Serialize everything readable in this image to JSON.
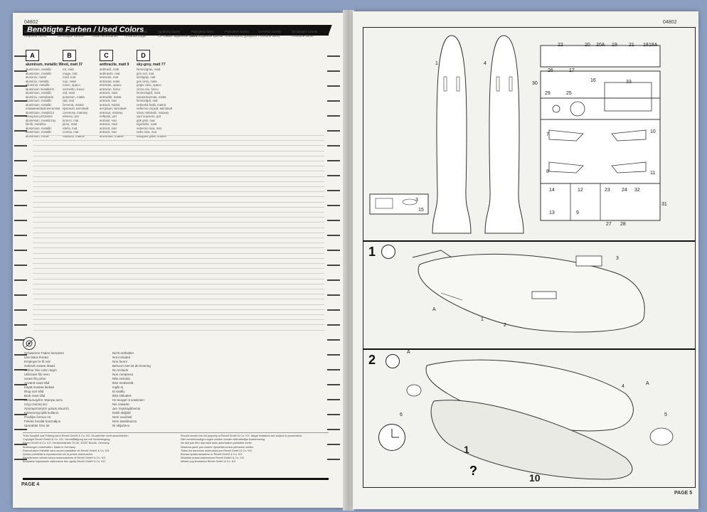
{
  "left_page": {
    "code": "04802",
    "page_label": "PAGE 4",
    "colors_header": "Benötigte Farben / Used Colors",
    "language_labels": [
      [
        "Benötigte Farben",
        "Required colors"
      ],
      [
        "Peintures nécessaires",
        "Benodigde kleuren"
      ],
      [
        "Pinturas necesarias",
        "Tintas necessárias"
      ],
      [
        "Colori necessari",
        "Använda färger"
      ],
      [
        "Spotřeba barev",
        "Сe самые заданные цвета"
      ],
      [
        "Potrzebne farby",
        "Необходимые краски"
      ],
      [
        "Potrzebne kolory",
        "Απαιτούμενα χρώματα"
      ],
      [
        "Gereksiz renkler",
        "Potřebné barvy"
      ],
      [
        "Szükséges színek",
        "Potrebne barve"
      ]
    ],
    "colors": [
      {
        "code": "A",
        "name": "aluminum, metallic 99",
        "lines": [
          "aluminium, metallic",
          "aluminium, metallic",
          "aluminio, metal",
          "aluminio, metallic",
          "alluminio, metallic",
          "aluminium metallisch",
          "aluminium, metallic",
          "aluminio, metalizado",
          "aluminium, metallic",
          "aluminium, metallic",
          "алюминиевый металлик",
          "aluminium, metalizzo",
          "αλουμίνιο μεταλλικό",
          "aluminium, metaliczny",
          "hliník, metalíza",
          "aluminium, metallic",
          "aluminium, metallic",
          "aluminium, metal"
        ]
      },
      {
        "code": "B",
        "name": "red, matt 37",
        "lines": [
          "rot, matt",
          "rouge, mat",
          "rood, mat",
          "rojo, mate",
          "rosso, opaco",
          "vermelho, fosco",
          "röd, matt",
          "punainen, matta",
          "rød, mat",
          "červená, matná",
          "красный, матовый",
          "czerwony, matowy",
          "κόκκινο, ματ",
          "kırmızı, mat",
          "piros, matt",
          "rdeča, mat",
          "crvena, mat",
          "raudona, matinė"
        ]
      },
      {
        "code": "C",
        "name": "anthracite, matt 9",
        "lines": [
          "anthrazit, matt",
          "anthracite, mat",
          "antraciet, mat",
          "antracita, mate",
          "antracite, opaco",
          "antracite, fosco",
          "antracit, matt",
          "antrasiitti, matta",
          "antracit, mat",
          "antracit, matná",
          "антрацит, матовый",
          "antracyt, matowy",
          "ανθρακί, ματ",
          "antrasit, mat",
          "antracit, matt",
          "antracit, mat",
          "antracit, mat",
          "antracitas, matinė"
        ]
      },
      {
        "code": "D",
        "name": "sky-grey, matt 77",
        "lines": [
          "himmelgrau, matt",
          "gris ciel, mat",
          "luchtgrijs, mat",
          "gris cielo, mate",
          "grigio cielo, opaco",
          "cinza céu, fosco",
          "himmelsgrå, matt",
          "taivaanharmaa, matta",
          "himmelgrå, mat",
          "nebeská šedá, matná",
          "небесно-серый, матовый",
          "szary niebieski, matowy",
          "γκρι ουρανού, ματ",
          "gök grisi, mat",
          "égszürke, matt",
          "nebesno siva, mat",
          "nebo siva, mat",
          "dangaus pilka, matinė"
        ]
      }
    ],
    "thread_left": [
      "Schwarzen Faden benutzen",
      "Use black thread",
      "Employer le fil noir",
      "Gebruik zwarte draad",
      "Utilizar hilo color negro",
      "Utilizzare filo nero",
      "Usare filo preto",
      "Använd svart tråd",
      "Käytä mustaa lankaa",
      "Brug sort tråd",
      "Bruk svart tråd",
      "Используйте чёрную нить",
      "Użyj czarnej nici",
      "Χρησιμοποιήστε μαύρη κλωστή",
      "Kahverengi iplik kullanın",
      "Použijte černou nit",
      "Fekete fonalat használjon",
      "Uporabite črno nit"
    ],
    "thread_right": [
      "Nicht enthalten",
      "Not included",
      "Non fourni",
      "Behoort niet tot de levering",
      "No incluido",
      "Non compreso",
      "Não incluído",
      "Ikke medsendt",
      "Ingår ej",
      "Ei sisälly",
      "Ikke inkludert",
      "Не входит в комплект",
      "Nie zawarte",
      "Δεν περιλαμβάνεται",
      "Dahil değildir",
      "Není součástí",
      "Nem tartalmazza",
      "Ni vključeno"
    ],
    "legal_left": [
      "Trotz Sorgfalt und Prüfung kann Revell GmbH & Co. KG. Druckfehler nicht ausschließen.",
      "Copyright Revell GmbH & Co. KG. Vervielfältigung nur mit Genehmigung.",
      "Revell GmbH & Co. KG, Henschelstraße 20-30, 32257 Bünde, Germany",
      "Änderungen vorbehalten. Made in Germany.",
      "Reproduction interdite sans accord préalable de Revell GmbH & Co. KG.",
      "Queda prohibida la reproducción sin la previa autorización.",
      "Riproduzione vietata senza autorizzazione di Revell GmbH & Co. KG.",
      "Bezpłatne kopiowanie zabronione bez zgody Revell GmbH & Co. KG."
    ],
    "legal_right": [
      "Should remain the full property of Revell GmbH & Co. KG. Illegal imitations are subject to prosecution.",
      "Niet verveelvoudigd mogen worden zonder uitdrukkelijke toestemming.",
      "Ne doit pas être reproduit sans autorisation préalable écrite.",
      "Nessuna parte può essere riprodotta senza permesso scritto.",
      "Todos los derechos reservados por Revell GmbH & Co. KG.",
      "Всички права запазени от Revell GmbH & Co. KG.",
      "Wszelkie prawa zastrzeżone Revell GmbH & Co. KG.",
      "Minden jog fenntartva Revell GmbH & Co. KG."
    ]
  },
  "right_page": {
    "code": "04802",
    "page_label": "PAGE 5",
    "sprue_numbers": [
      "22",
      "20",
      "20A",
      "19",
      "21",
      "18",
      "18A",
      "26",
      "17",
      "16",
      "30",
      "29",
      "25",
      "33",
      "7",
      "10",
      "8",
      "11",
      "14",
      "12",
      "23",
      "24",
      "32",
      "13",
      "9",
      "27",
      "28",
      "31",
      "3",
      "15"
    ],
    "hull_labels": [
      "1",
      "4"
    ],
    "step1": {
      "number": "1",
      "parts": [
        "1",
        "2",
        "3"
      ],
      "color_code": "A"
    },
    "step2": {
      "number": "2",
      "parts": [
        "1",
        "4",
        "5",
        "6"
      ],
      "color_codes": [
        "A",
        "A"
      ],
      "small_labels": [
        "1",
        "10"
      ]
    }
  }
}
